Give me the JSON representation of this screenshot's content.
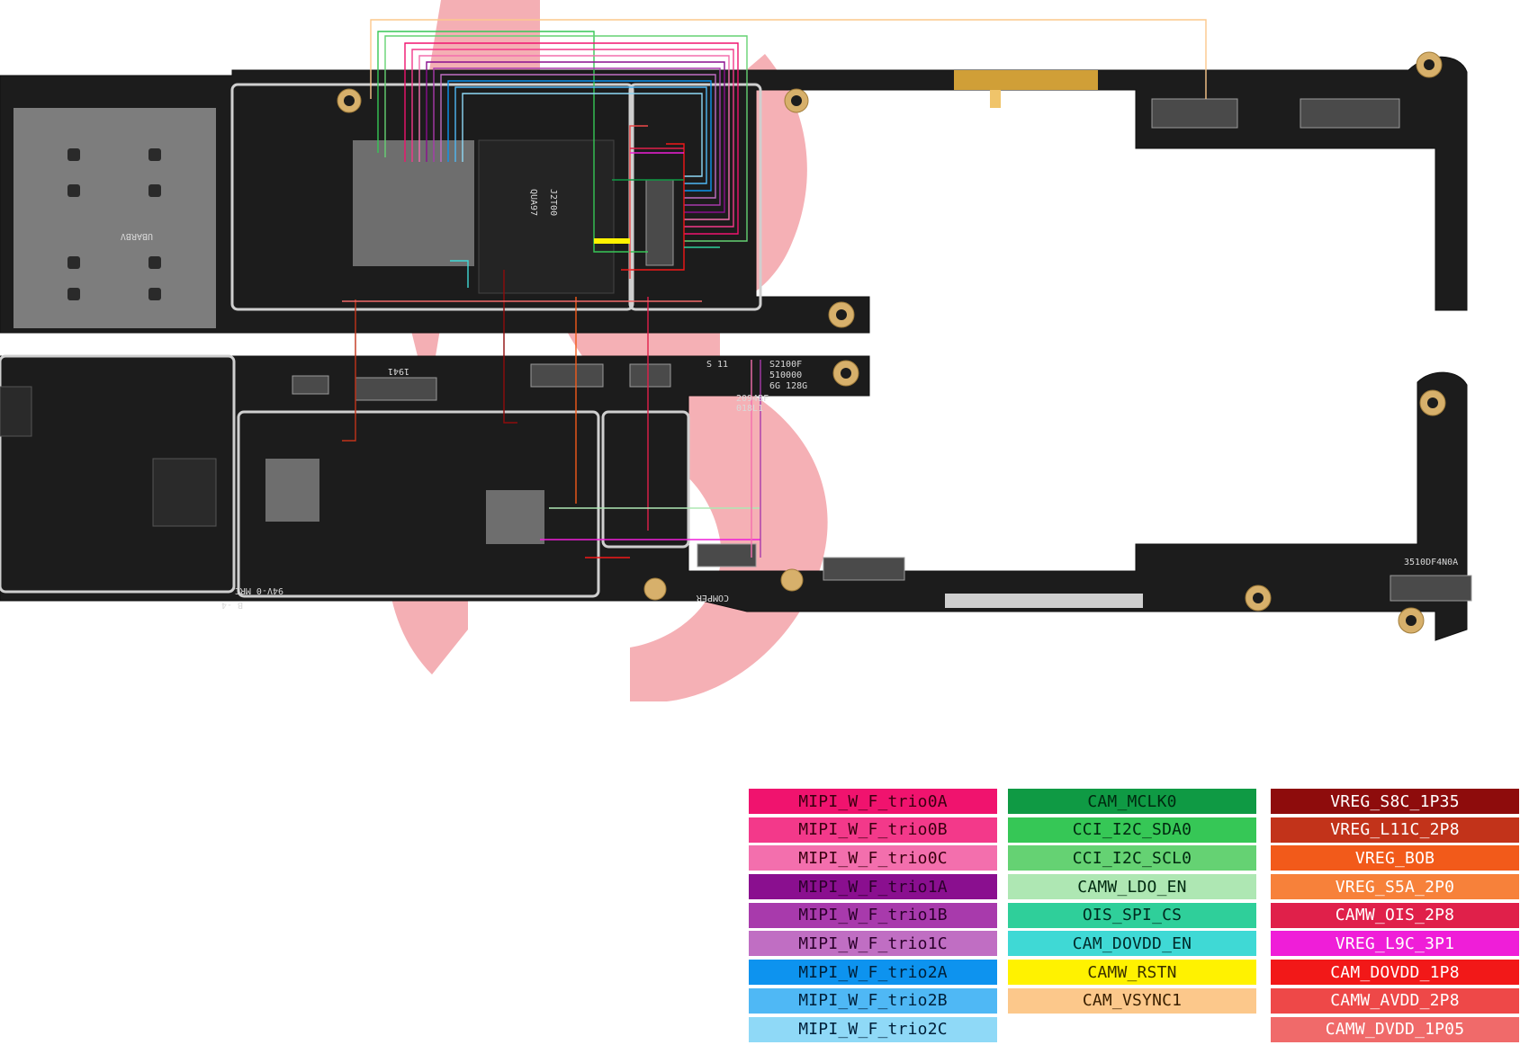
{
  "board": {
    "silkscreen": {
      "chip_a": "QUA97",
      "chip_b": "J2T00",
      "label_1941": "1941",
      "label_s11": "S 11",
      "sticker_l1": "S2100F",
      "sticker_l2": "510000",
      "sticker_l3": "6G 128G",
      "sticker_l4": "2094BF",
      "sticker_l5": "018L1",
      "bottom_code": "94V-0 MRC",
      "bottom_code2": "B -4",
      "comper": "COMPER",
      "right_code": "3510DF4N0A",
      "sim_label": "UBARBV"
    }
  },
  "legend": {
    "columns": [
      [
        {
          "label": "MIPI_W_F_trio0A",
          "bg": "#f0136e",
          "fg": "#3a0010"
        },
        {
          "label": "MIPI_W_F_trio0B",
          "bg": "#f3398a",
          "fg": "#3a0010"
        },
        {
          "label": "MIPI_W_F_trio0C",
          "bg": "#f36fad",
          "fg": "#3a0010"
        },
        {
          "label": "MIPI_W_F_trio1A",
          "bg": "#8a0f8f",
          "fg": "#2b002b"
        },
        {
          "label": "MIPI_W_F_trio1B",
          "bg": "#a83aac",
          "fg": "#2b002b"
        },
        {
          "label": "MIPI_W_F_trio1C",
          "bg": "#c06ec3",
          "fg": "#2b002b"
        },
        {
          "label": "MIPI_W_F_trio2A",
          "bg": "#0d93ef",
          "fg": "#00203a"
        },
        {
          "label": "MIPI_W_F_trio2B",
          "bg": "#4fb8f5",
          "fg": "#00203a"
        },
        {
          "label": "MIPI_W_F_trio2C",
          "bg": "#8fd9f7",
          "fg": "#00203a"
        }
      ],
      [
        {
          "label": "CAM_MCLK0",
          "bg": "#0f9a44",
          "fg": "#002a10"
        },
        {
          "label": "CCI_I2C_SDA0",
          "bg": "#36c756",
          "fg": "#002a10"
        },
        {
          "label": "CCI_I2C_SCL0",
          "bg": "#65d273",
          "fg": "#002a10"
        },
        {
          "label": "CAMW_LDO_EN",
          "bg": "#aee7b3",
          "fg": "#002a10"
        },
        {
          "label": "OIS_SPI_CS",
          "bg": "#2fcf9a",
          "fg": "#002a20"
        },
        {
          "label": "CAM_DOVDD_EN",
          "bg": "#3fd9d5",
          "fg": "#002a2a"
        },
        {
          "label": "CAMW_RSTN",
          "bg": "#fff200",
          "fg": "#3a3000"
        },
        {
          "label": "CAM_VSYNC1",
          "bg": "#fcc88b",
          "fg": "#3a2000"
        }
      ],
      [
        {
          "label": "VREG_S8C_1P35",
          "bg": "#8e0c0c",
          "fg": "#ffffff"
        },
        {
          "label": "VREG_L11C_2P8",
          "bg": "#c2331a",
          "fg": "#ffffff"
        },
        {
          "label": "VREG_BOB",
          "bg": "#f25a1a",
          "fg": "#ffffff"
        },
        {
          "label": "VREG_S5A_2P0",
          "bg": "#f7813a",
          "fg": "#ffffff"
        },
        {
          "label": "CAMW_OIS_2P8",
          "bg": "#e0204a",
          "fg": "#ffffff"
        },
        {
          "label": "VREG_L9C_3P1",
          "bg": "#ef1ed8",
          "fg": "#ffffff"
        },
        {
          "label": "CAM_DOVDD_1P8",
          "bg": "#f21818",
          "fg": "#ffffff"
        },
        {
          "label": "CAMW_AVDD_2P8",
          "bg": "#ee4848",
          "fg": "#ffffff"
        },
        {
          "label": "CAMW_DVDD_1P05",
          "bg": "#f06a6a",
          "fg": "#ffffff"
        }
      ]
    ]
  }
}
